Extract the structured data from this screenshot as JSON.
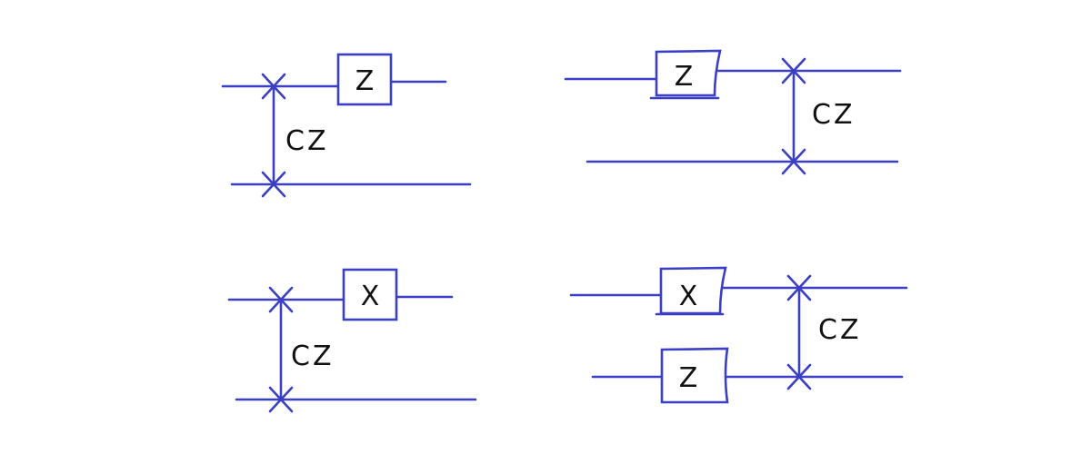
{
  "diagrams": [
    {
      "gate": "Z",
      "cz_label": "CZ"
    },
    {
      "gate": "Z",
      "cz_label": "CZ"
    },
    {
      "gate": "X",
      "cz_label": "CZ"
    },
    {
      "gate_top": "X",
      "gate_bottom": "Z",
      "cz_label": "CZ"
    }
  ],
  "colors": {
    "wire": "#3a3fc4",
    "text": "#111111",
    "background": "#ffffff"
  }
}
